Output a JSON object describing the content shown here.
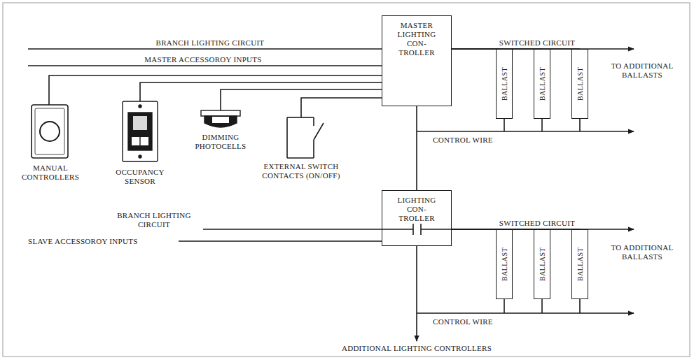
{
  "diagram": {
    "nodes": [
      {
        "text": [
          "MASTER LIGHTING CON- TROLLER"
        ]
      },
      {
        "text": [
          "BALLAST"
        ]
      },
      {
        "text": [
          "BALLAST"
        ]
      },
      {
        "text": [
          "BALLAST"
        ]
      },
      {
        "text": [
          "LIGHTING CON- TROLLER"
        ]
      },
      {
        "text": [
          "BALLAST"
        ]
      },
      {
        "text": [
          "BALLAST"
        ]
      },
      {
        "text": [
          "BALLAST"
        ]
      }
    ],
    "edges": [
      {
        "from": 0,
        "to": 1,
        "arrow": "none"
      },
      {
        "from": 0,
        "to": 2,
        "arrow": "none"
      },
      {
        "from": 0,
        "to": 3,
        "arrow": "none"
      },
      {
        "from": 0,
        "to": 4,
        "arrow": "none"
      },
      {
        "from": 4,
        "to": 5,
        "arrow": "none"
      },
      {
        "from": 4,
        "to": 6,
        "arrow": "none"
      },
      {
        "from": 4,
        "to": 7,
        "arrow": "none"
      }
    ],
    "labels": [
      "BRANCH LIGHTING CIRCUIT",
      "MASTER ACCESSOROY INPUTS",
      "MANUAL CONTROLLERS",
      "OCCUPANCY SENSOR",
      "DIMMING PHOTOCELLS",
      "EXTERNAL SWITCH CONTACTS (ON/OFF)",
      "SWITCHED CIRCUIT",
      "TO ADDITIONAL BALLASTS",
      "CONTROL WIRE",
      "BRANCH LIGHTING CIRCUIT",
      "SLAVE ACCESSOROY INPUTS",
      "SWITCHED CIRCUIT",
      "TO ADDITIONAL BALLASTS",
      "CONTROL WIRE",
      "ADDITIONAL LIGHTING CONTROLLERS"
    ]
  }
}
